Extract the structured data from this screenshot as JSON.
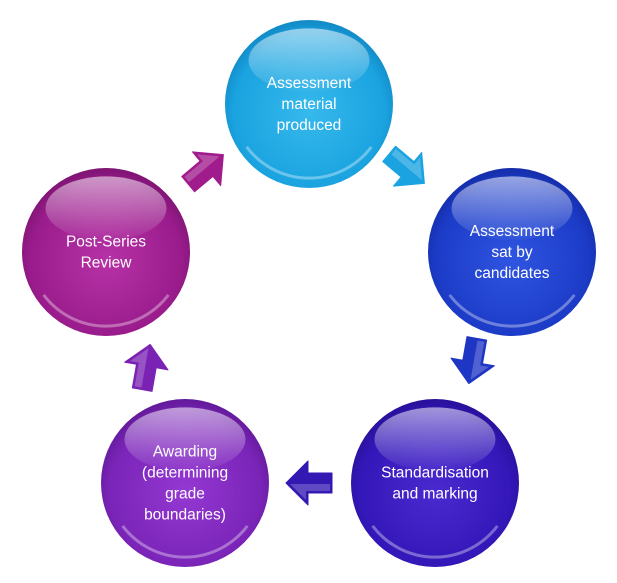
{
  "diagram": {
    "type": "cycle",
    "nodes": [
      {
        "id": "node-assessment-material",
        "lines": [
          "Assessment",
          "material",
          "produced"
        ],
        "color": "#1aa3e0"
      },
      {
        "id": "node-assessment-sat",
        "lines": [
          "Assessment",
          "sat by",
          "candidates"
        ],
        "color": "#1c3cc8"
      },
      {
        "id": "node-standardisation",
        "lines": [
          "Standardisation",
          "and marking"
        ],
        "color": "#3417b8"
      },
      {
        "id": "node-awarding",
        "lines": [
          "Awarding",
          "(determining",
          "grade",
          "boundaries)"
        ],
        "color": "#7a24b8"
      },
      {
        "id": "node-post-series-review",
        "lines": [
          "Post-Series",
          "Review"
        ],
        "color": "#9a1c8c"
      }
    ],
    "arrows": [
      {
        "from": "node-assessment-material",
        "to": "node-assessment-sat",
        "color": "#1aa3e0"
      },
      {
        "from": "node-assessment-sat",
        "to": "node-standardisation",
        "color": "#1f35c4"
      },
      {
        "from": "node-standardisation",
        "to": "node-awarding",
        "color": "#3418b4"
      },
      {
        "from": "node-awarding",
        "to": "node-post-series-review",
        "color": "#7a22b4"
      },
      {
        "from": "node-post-series-review",
        "to": "node-assessment-material",
        "color": "#a01c8c"
      }
    ]
  }
}
